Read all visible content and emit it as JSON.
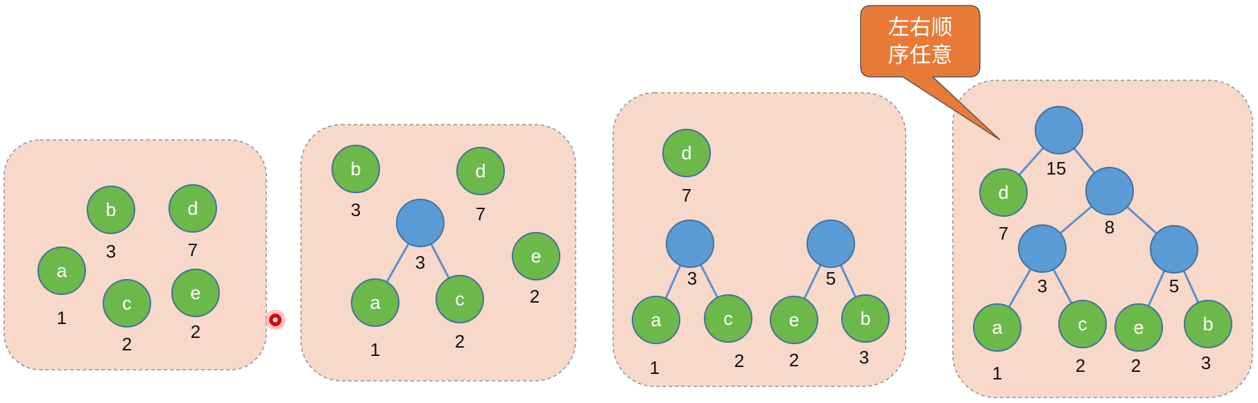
{
  "callout": {
    "line1": "左右顺",
    "line2": "序任意"
  },
  "panels": [
    {
      "nodes": [
        {
          "name": "a",
          "weight": "1"
        },
        {
          "name": "b",
          "weight": "3"
        },
        {
          "name": "c",
          "weight": "2"
        },
        {
          "name": "d",
          "weight": "7"
        },
        {
          "name": "e",
          "weight": "2"
        }
      ]
    },
    {
      "nodes": [
        {
          "name": "b",
          "weight": "3"
        },
        {
          "name": "d",
          "weight": "7"
        },
        {
          "name": "",
          "weight": "3"
        },
        {
          "name": "e",
          "weight": "2"
        },
        {
          "name": "a",
          "weight": "1"
        },
        {
          "name": "c",
          "weight": "2"
        }
      ]
    },
    {
      "nodes": [
        {
          "name": "d",
          "weight": "7"
        },
        {
          "name": "",
          "weight": "3"
        },
        {
          "name": "",
          "weight": "5"
        },
        {
          "name": "a",
          "weight": "1"
        },
        {
          "name": "c",
          "weight": "2"
        },
        {
          "name": "e",
          "weight": "2"
        },
        {
          "name": "b",
          "weight": "3"
        }
      ]
    },
    {
      "nodes": [
        {
          "name": "",
          "weight": "15"
        },
        {
          "name": "d",
          "weight": "7"
        },
        {
          "name": "",
          "weight": "8"
        },
        {
          "name": "",
          "weight": "3"
        },
        {
          "name": "",
          "weight": "5"
        },
        {
          "name": "a",
          "weight": "1"
        },
        {
          "name": "c",
          "weight": "2"
        },
        {
          "name": "e",
          "weight": "2"
        },
        {
          "name": "b",
          "weight": "3"
        }
      ]
    }
  ]
}
